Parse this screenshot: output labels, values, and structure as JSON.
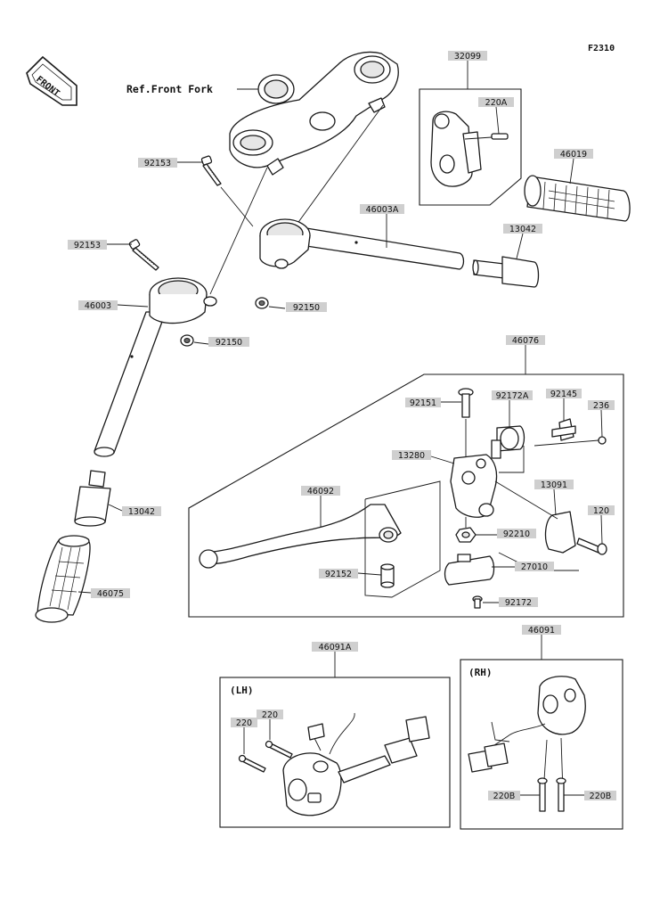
{
  "figure_code": "F2310",
  "front_label": "FRONT",
  "ref_text": "Ref.Front Fork",
  "lh_label": "(LH)",
  "rh_label": "(RH)",
  "parts": {
    "p32099": "32099",
    "p220A": "220A",
    "p46019": "46019",
    "p92153a": "92153",
    "p46003A": "46003A",
    "p13042a": "13042",
    "p92153b": "92153",
    "p46003": "46003",
    "p92150a": "92150",
    "p92150b": "92150",
    "p46076": "46076",
    "p92151": "92151",
    "p92172A": "92172A",
    "p92145": "92145",
    "p236": "236",
    "p13280": "13280",
    "p46092": "46092",
    "p13091": "13091",
    "p120": "120",
    "p13042b": "13042",
    "p92210": "92210",
    "p27010": "27010",
    "p92152": "92152",
    "p92172": "92172",
    "p46075": "46075",
    "p46091A": "46091A",
    "p46091": "46091",
    "p220a": "220",
    "p220b": "220",
    "p220Ba": "220B",
    "p220Bb": "220B"
  }
}
